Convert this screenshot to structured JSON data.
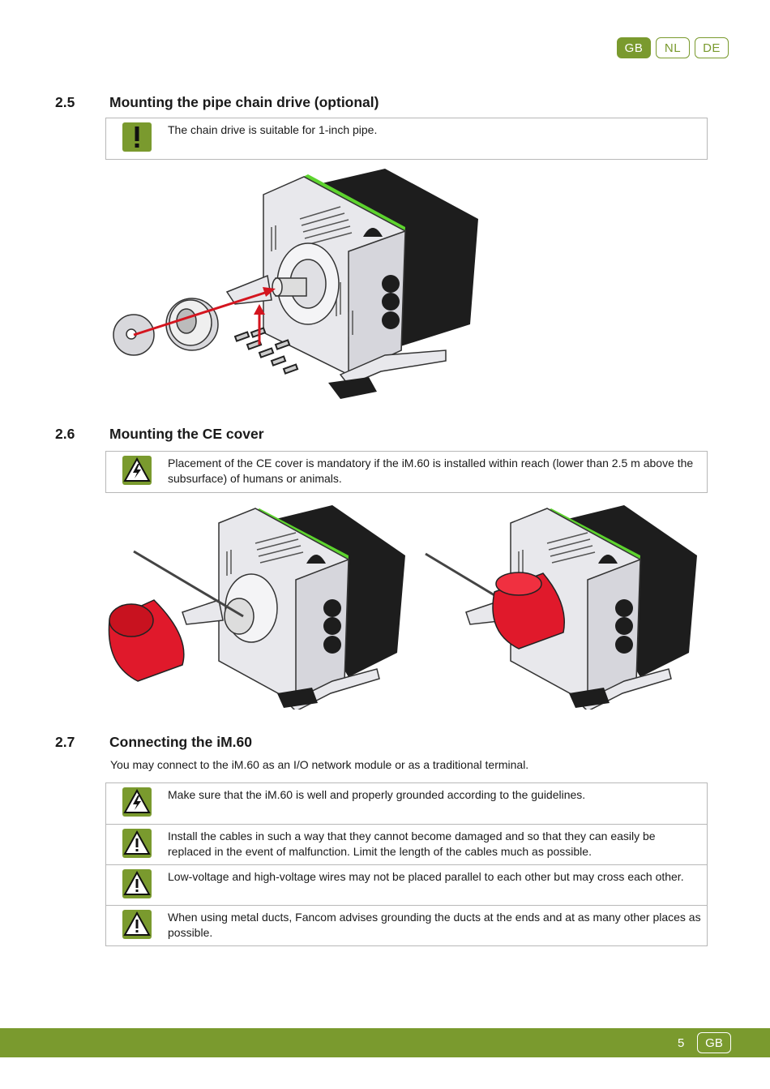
{
  "header": {
    "languages": [
      {
        "code": "GB",
        "active": true
      },
      {
        "code": "NL",
        "active": false
      },
      {
        "code": "DE",
        "active": false
      }
    ]
  },
  "sections": [
    {
      "number": "2.5",
      "title": "Mounting the pipe chain drive (optional)",
      "notes": [
        {
          "icon": "exclamation-icon",
          "text": "The chain drive is suitable for 1-inch pipe."
        }
      ]
    },
    {
      "number": "2.6",
      "title": "Mounting the CE cover",
      "notes": [
        {
          "icon": "electric-hazard-icon",
          "text": "Placement of the CE cover is mandatory if the iM.60 is installed within reach (lower than 2.5 m above the subsurface) of humans or animals."
        }
      ]
    },
    {
      "number": "2.7",
      "title": "Connecting the iM.60",
      "intro": "You may connect to the iM.60 as an I/O network module or as a traditional terminal.",
      "notes": [
        {
          "icon": "electric-hazard-icon",
          "text": "Make sure that the iM.60 is well and properly grounded according to the guidelines."
        },
        {
          "icon": "warning-icon",
          "text": "Install the cables in such a way that they cannot become damaged and so that they can easily be replaced in the event of malfunction. Limit the length of the cables much as possible."
        },
        {
          "icon": "warning-icon",
          "text": "Low-voltage and high-voltage wires may not be placed parallel to each other but may cross each other."
        },
        {
          "icon": "warning-icon",
          "text": "When using metal ducts, Fancom advises grounding the ducts at the ends and at as many other places as possible."
        }
      ]
    }
  ],
  "footer": {
    "page_number": "5",
    "language": "GB"
  },
  "colors": {
    "brand_green": "#7a9a2e",
    "accent_green": "#4fd12a",
    "cover_red": "#e0192b",
    "arrow_red": "#d4151f"
  }
}
